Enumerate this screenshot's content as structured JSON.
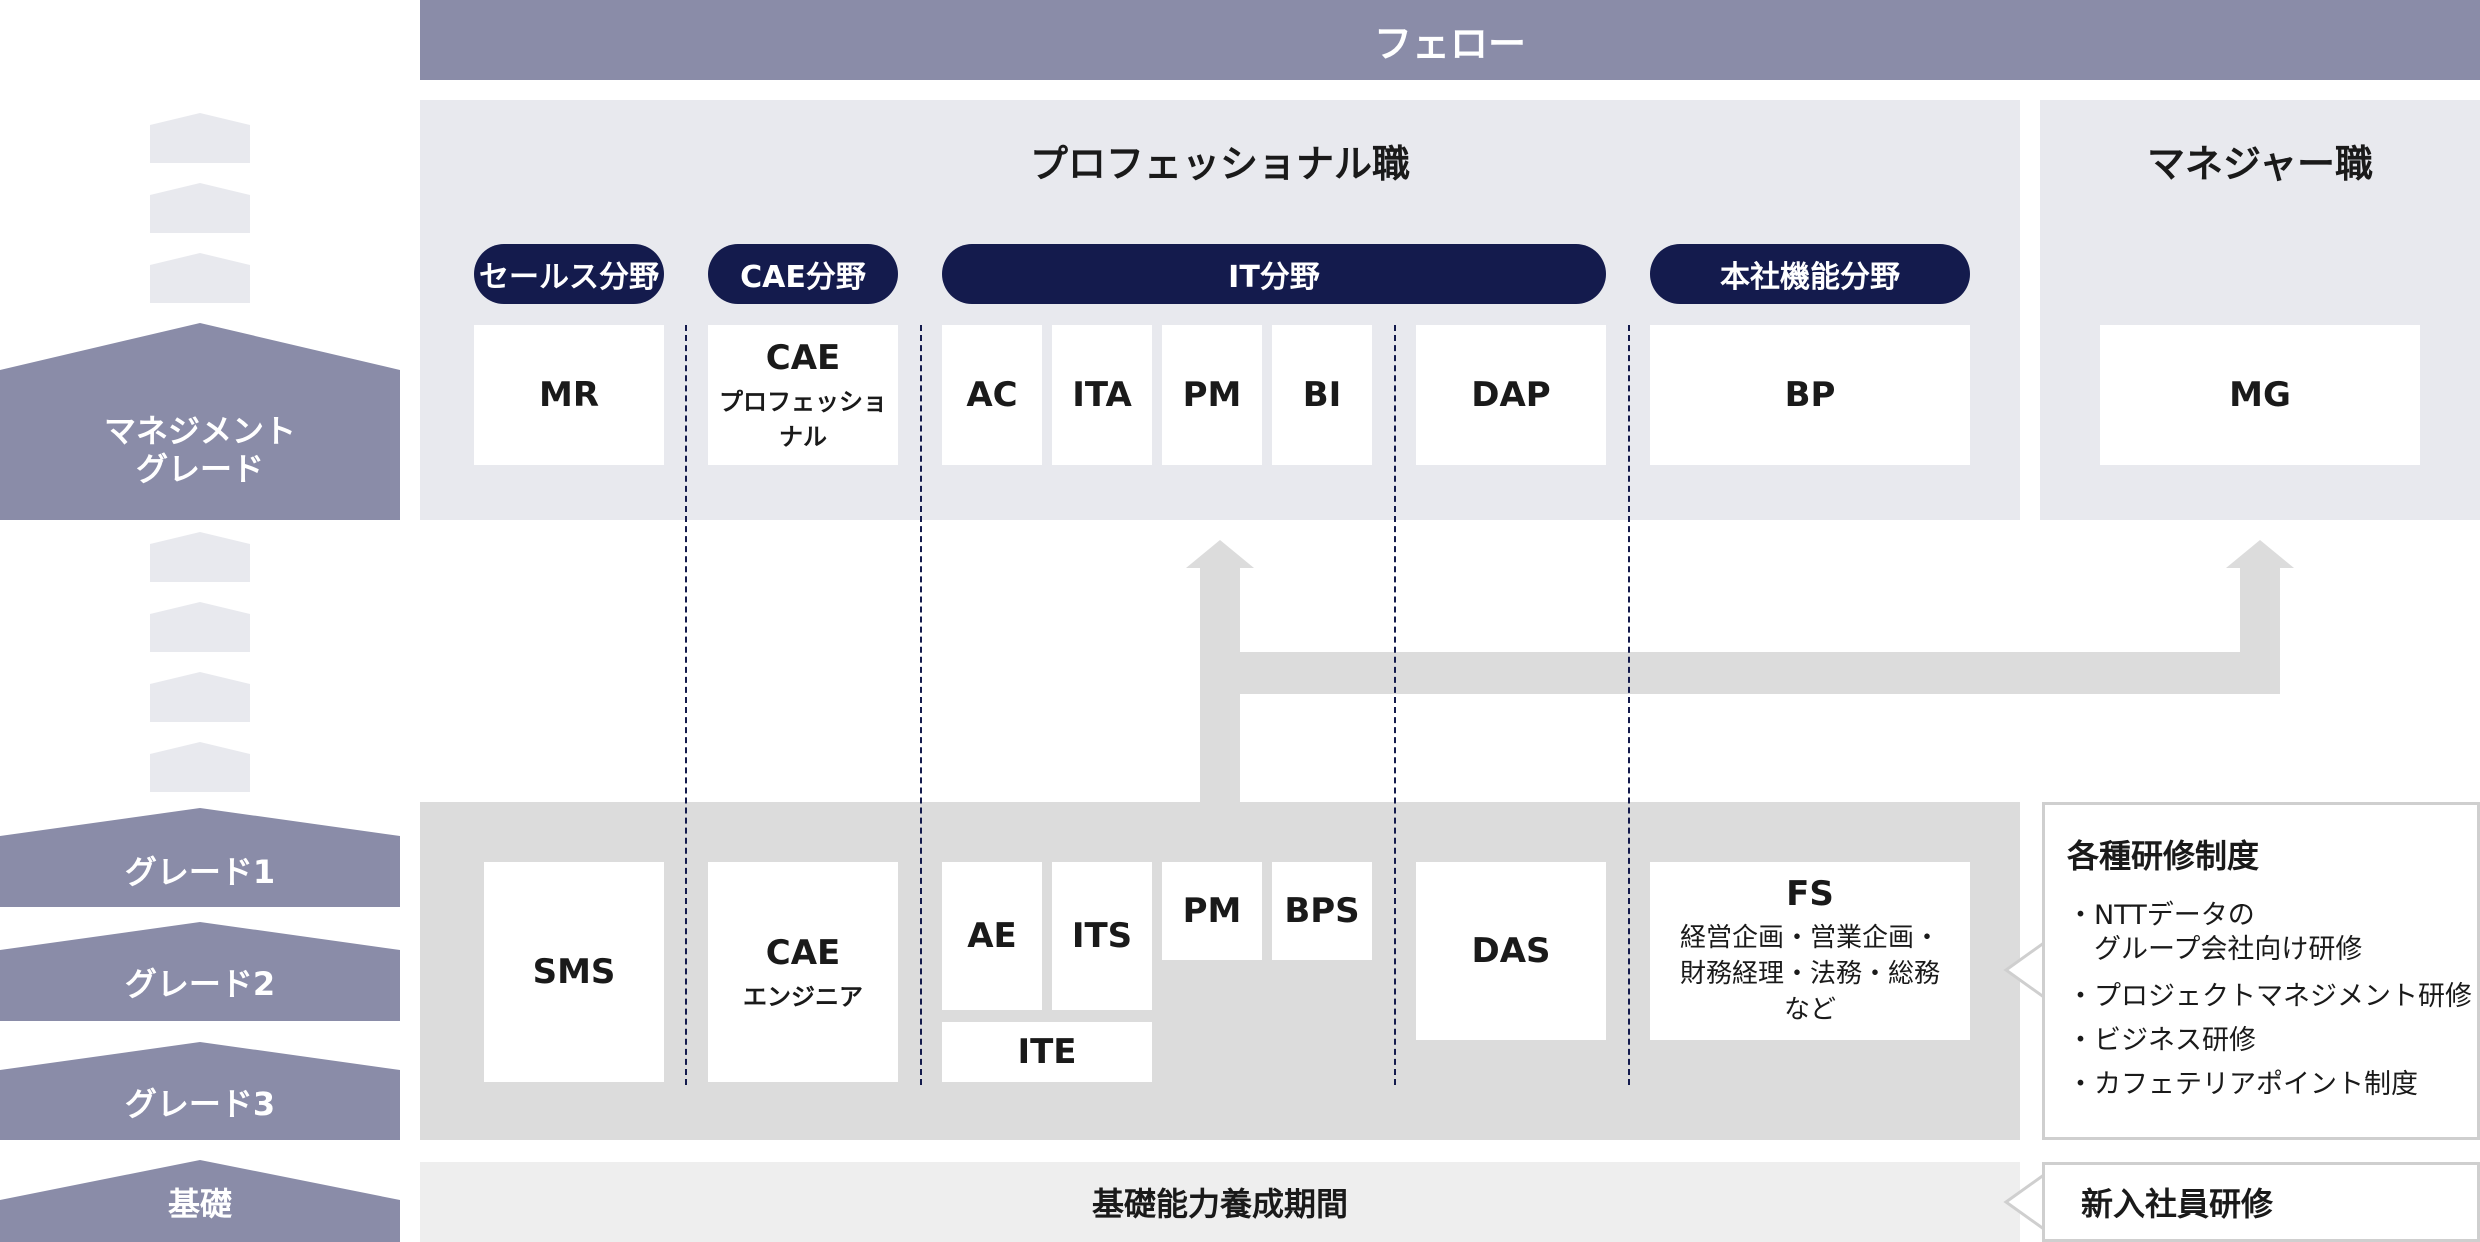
{
  "fellow": "フェロー",
  "professional": {
    "title": "プロフェッショナル職",
    "fields": [
      {
        "label": "セールス分野"
      },
      {
        "label": "CAE分野"
      },
      {
        "label": "IT分野"
      },
      {
        "label": "本社機能分野"
      }
    ],
    "boxes": {
      "mr": "MR",
      "cae": "CAE",
      "cae_sub": "プロフェッショナル",
      "ac": "AC",
      "ita": "ITA",
      "pm": "PM",
      "bi": "BI",
      "dap": "DAP",
      "bp": "BP"
    }
  },
  "manager": {
    "title": "マネジャー職",
    "box": "MG"
  },
  "grade_labels": {
    "management_line1": "マネジメント",
    "management_line2": "グレード",
    "grade1": "グレード1",
    "grade2": "グレード2",
    "grade3": "グレード3",
    "basic": "基礎"
  },
  "lower": {
    "sms": "SMS",
    "cae": "CAE",
    "cae_sub": "エンジニア",
    "ae": "AE",
    "its": "ITS",
    "pm": "PM",
    "bps": "BPS",
    "ite": "ITE",
    "das": "DAS",
    "fs": "FS",
    "fs_line1": "経営企画・営業企画・",
    "fs_line2": "財務経理・法務・総務",
    "fs_line3": "など"
  },
  "training": {
    "title": "各種研修制度",
    "items": [
      "・NTTデータの",
      "　グループ会社向け研修",
      "・プロジェクトマネジメント研修",
      "・ビジネス研修",
      "・カフェテリアポイント制度"
    ]
  },
  "basic_period": "基礎能力養成期間",
  "new_employee": "新入社員研修",
  "colors": {
    "navy": "#141b4d",
    "slate": "#8a8ca8",
    "light_panel": "#e8e9ee",
    "gray_panel": "#dcdcdc",
    "arrow": "#dcdcdc"
  }
}
